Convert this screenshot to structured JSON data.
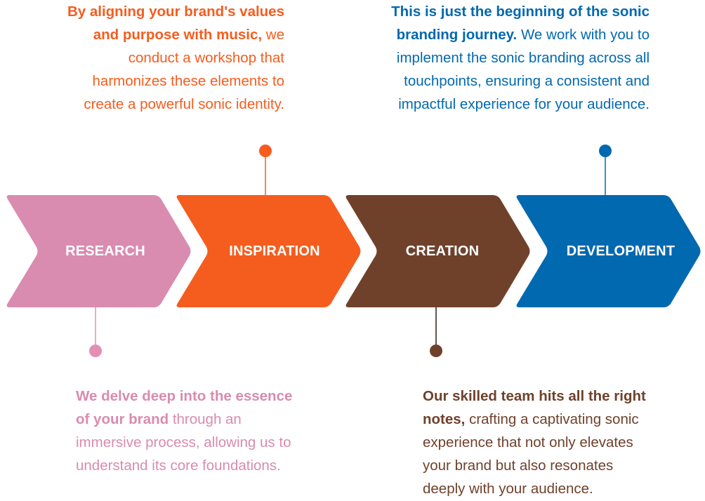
{
  "colors": {
    "research": "#d98bb0",
    "inspiration": "#f55d1e",
    "creation": "#6f412b",
    "development": "#0169b0",
    "connector_research": "#e38fb5",
    "connector_creation": "#2a1d14"
  },
  "stages": [
    {
      "id": "research",
      "label": "RESEARCH"
    },
    {
      "id": "inspiration",
      "label": "INSPIRATION"
    },
    {
      "id": "creation",
      "label": "CREATION"
    },
    {
      "id": "development",
      "label": "DEVELOPMENT"
    }
  ],
  "descriptions": {
    "inspiration": {
      "bold_lines": [
        "By aligning your brand's values",
        "and purpose with music,"
      ],
      "trailing_text": "we",
      "normal_lines": [
        "conduct a workshop that",
        "harmonizes these elements to",
        "create a powerful sonic identity."
      ]
    },
    "development": {
      "bold_lines": [
        "This is just the beginning of the sonic",
        "branding journey."
      ],
      "trailing_text": "We work with you to",
      "normal_lines": [
        "implement the sonic branding across all",
        "touchpoints, ensuring a consistent and",
        "impactful experience for your audience."
      ]
    },
    "research": {
      "bold_lines": [
        "We delve deep into the essence",
        "of your brand"
      ],
      "trailing_text": "through an",
      "normal_lines": [
        "immersive process, allowing us to",
        "understand its core foundations."
      ]
    },
    "creation": {
      "bold_lines": [
        "Our skilled team hits all the right",
        "notes,"
      ],
      "trailing_text": "crafting a captivating sonic",
      "normal_lines": [
        "experience that not only elevates",
        "your brand but also resonates",
        "deeply with your audience."
      ]
    }
  }
}
